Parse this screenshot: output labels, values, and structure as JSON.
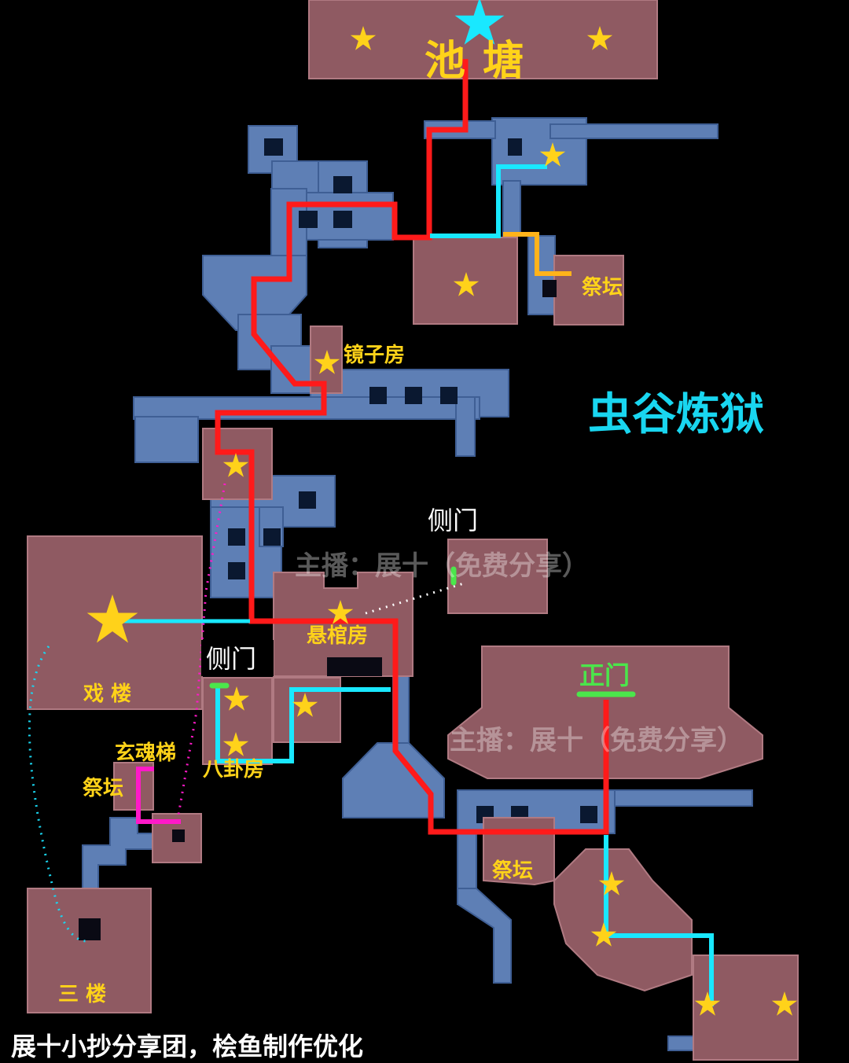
{
  "map_title": "虫谷炼狱",
  "credit": "展十小抄分享团，桧鱼制作优化",
  "watermark": "主播：展十（免费分享）",
  "labels": {
    "pond": "池 塘",
    "mirror_room": "镜子房",
    "altar_top": "祭坛",
    "side_door_top": "侧门",
    "side_door_left": "侧门",
    "coffin_room": "悬棺房",
    "opera_tower": "戏 楼",
    "main_gate": "正门",
    "bagua_room": "八卦房",
    "soul_ladder": "玄魂梯",
    "altar_left": "祭坛",
    "altar_bottom": "祭坛",
    "third_floor": "三 楼"
  },
  "colors": {
    "room_pink": "#8f5a62",
    "corridor_blue": "#5e7fb5",
    "route_red": "#ff1a1a",
    "route_cyan": "#19e8ff",
    "route_orange": "#ffb31a",
    "route_magenta": "#ff19c8",
    "star_gold": "#ffd21a",
    "star_cyan": "#19e8ff",
    "door_green": "#4be64b"
  },
  "icons": [
    "star-icon",
    "big-star-icon",
    "cyan-star-icon",
    "door-marker-icon"
  ]
}
